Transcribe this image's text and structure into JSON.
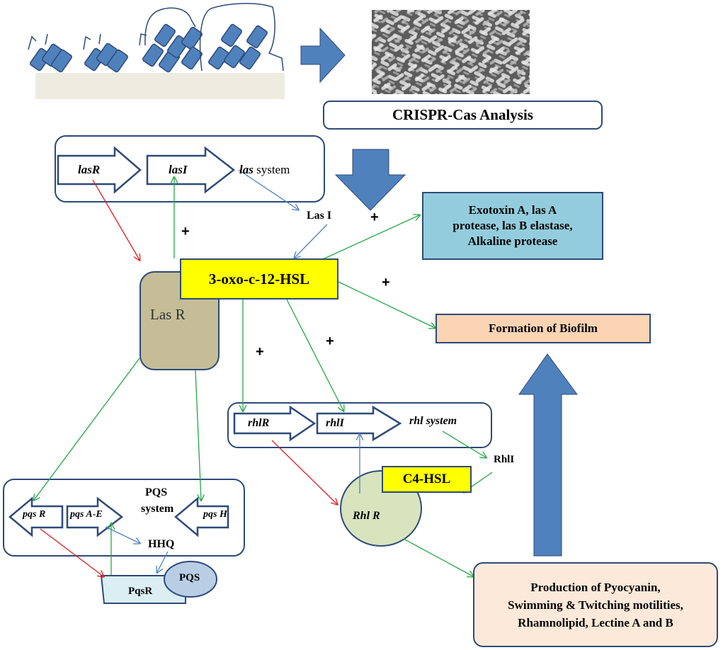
{
  "top": {
    "crispr_label": "CRISPR-Cas Analysis"
  },
  "las": {
    "lasR": "lasR",
    "lasI": "lasI",
    "system_italic": "las",
    "system_rest": " system",
    "lasI_product": "Las I",
    "receptor": "Las R",
    "signal": "3-oxo-c-12-HSL"
  },
  "virulence": {
    "lines": [
      "Exotoxin A, las A",
      "protease, las B elastase,",
      "Alkaline protease"
    ]
  },
  "biofilm": {
    "label": "Formation of Biofilm"
  },
  "rhl": {
    "rhlR": "rhlR",
    "rhlI": "rhlI",
    "system": "rhl system",
    "rhlI_product": "RhlI",
    "signal": "C4-HSL",
    "receptor": "Rhl R"
  },
  "pqs": {
    "pqsR": "pqs R",
    "pqsAE": "pqs A-E",
    "pqsH": "pqs H",
    "system_line1": "PQS",
    "system_line2": "system",
    "hhq": "HHQ",
    "receptor": "PqsR",
    "signal": "PQS"
  },
  "production": {
    "lines": [
      "Production of Pyocyanin,",
      "Swimming & Twitching motilities,",
      "Rhamnolipid, Lectine A and B"
    ]
  },
  "plus_sign": "+",
  "colors": {
    "dark_blue": "#2e4a78",
    "arrow_blue": "#4f81bd",
    "red": "#e02020",
    "green": "#22a844",
    "yellow": "#ffff00",
    "lasR_fill": "#c4bd97",
    "rhlR_fill": "#d7e4bd",
    "pqsR_fill": "#dbeef4",
    "pqs_fill": "#b9cde5",
    "virulence_fill": "#93cddd",
    "biofilm_fill": "#fbd4b4",
    "production_fill": "#fde9d9",
    "substrate_fill": "#eeece1"
  }
}
